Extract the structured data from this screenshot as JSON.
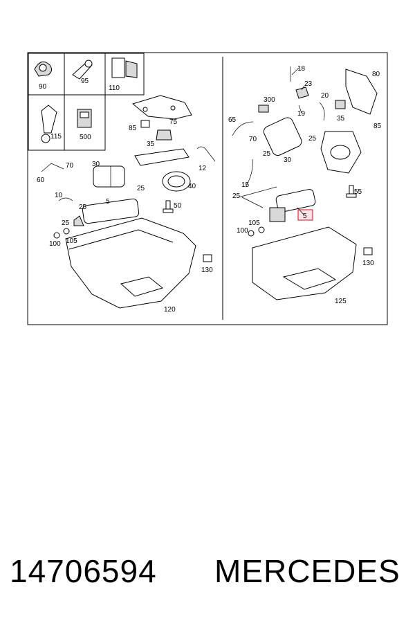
{
  "diagram": {
    "labels": {
      "l90": "90",
      "l95": "95",
      "l110": "110",
      "l115": "115",
      "l500": "500",
      "l85a": "85",
      "l75": "75",
      "l35a": "35",
      "l12": "12",
      "l60": "60",
      "l70a": "70",
      "l30a": "30",
      "l25a": "25",
      "l40": "40",
      "l10": "10",
      "l25b": "25",
      "l5a": "5",
      "l50": "50",
      "l25c": "25",
      "l100a": "100",
      "l105a": "105",
      "l130a": "130",
      "l120": "120",
      "l18": "18",
      "l80": "80",
      "l23": "23",
      "l300": "300",
      "l20": "20",
      "l65": "65",
      "l19": "19",
      "l35b": "35",
      "l85b": "85",
      "l70b": "70",
      "l25d": "25",
      "l25e": "25",
      "l30b": "30",
      "l15": "15",
      "l55": "55",
      "l25f": "25",
      "l105b": "105",
      "l100b": "100",
      "l5b": "5",
      "l130b": "130",
      "l125": "125"
    },
    "highlight_color": "#e0001b"
  },
  "caption": {
    "part_number": "14706594",
    "brand": "MERCEDES"
  }
}
